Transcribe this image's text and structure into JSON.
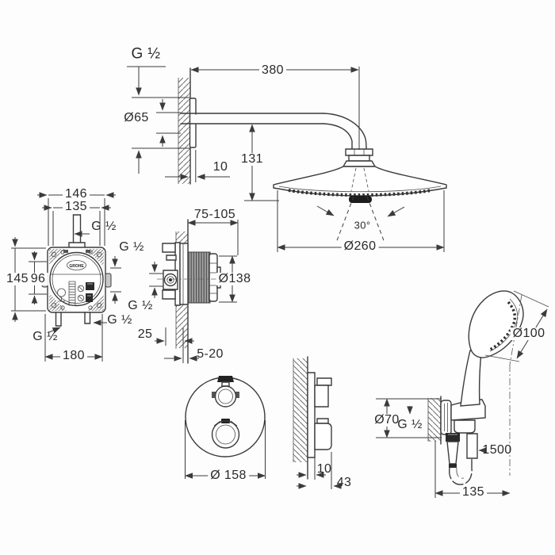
{
  "labels": {
    "head_shower": {
      "thread": "G ½",
      "arm_length": "380",
      "flange_diameter": "Ø65",
      "flange_depth": "10",
      "height_below_arm": "131",
      "spray_angle": "30°",
      "head_diameter": "Ø260"
    },
    "rough_in_box": {
      "width_outer": "146",
      "width_inner": "135",
      "thread_top": "G ½",
      "height_outer": "145",
      "height_inner": "96",
      "thread_side": "G ½",
      "thread_bottom_left": "G ½",
      "thread_bottom_right": "G ½",
      "width_bottom": "180",
      "logo": "GROHE"
    },
    "valve_side": {
      "install_depth_range": "75-105",
      "trim_diameter": "Ø138",
      "thread": "G ½",
      "min_depth": "25",
      "finish_depth_range": "5-20"
    },
    "thermostat": {
      "plate_diameter": "Ø 158",
      "plate_depth": "10",
      "total_depth": "43"
    },
    "hand_shower": {
      "head_diameter": "Ø100",
      "escutcheon_diameter": "Ø70",
      "thread": "G ½",
      "hose_length": "1500",
      "wall_offset": "135"
    }
  },
  "colors": {
    "line": "#3b3b3b",
    "dark_fill": "#1c1c1c",
    "gray_fill": "#a8a8a8",
    "background": "#fdfdfd"
  }
}
